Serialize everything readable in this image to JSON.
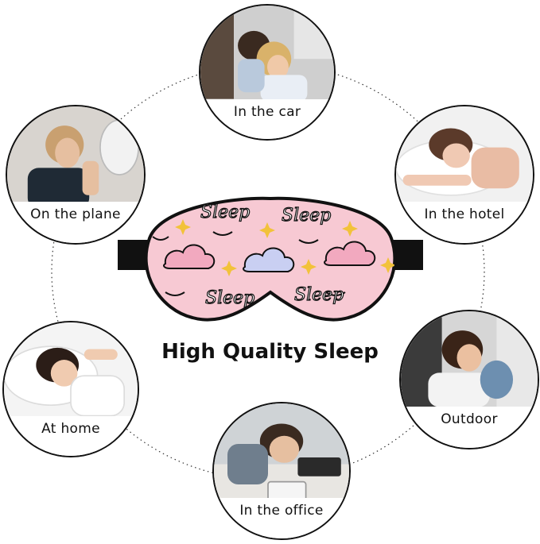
{
  "headline": "High Quality Sleep",
  "places": {
    "car": "In the car",
    "plane": "On the plane",
    "hotel": "In the hotel",
    "home": "At home",
    "outdoor": "Outdoor",
    "office": "In the office"
  },
  "mask": {
    "print_text": "Sleep",
    "color_base": "#f7c9d3",
    "color_cloud": "#f2a9bf",
    "color_cloud_blue": "#c9cff2",
    "color_star": "#f2c23a",
    "color_strap": "#111111"
  }
}
